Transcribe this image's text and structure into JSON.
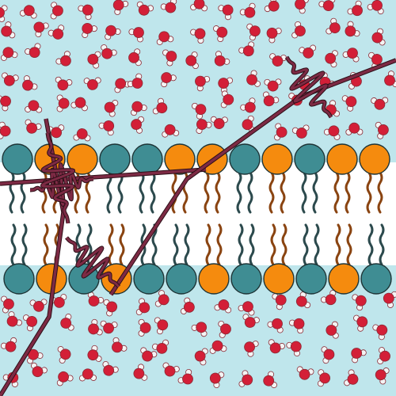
{
  "colors": {
    "water_bg": "#bfe6ec",
    "bilayer_bg": "#ffffff",
    "oxygen": "#d31f37",
    "hydrogen": "#f4f4f4",
    "molecule_outline": "#8a2a35",
    "headgroup_teal": "#3f8d93",
    "headgroup_orange": "#f58b0e",
    "tail_dark": "#2c4a4d",
    "tail_brown": "#8a4411",
    "pulse": "#7d2a44",
    "pulse_outline": "#2d1018"
  },
  "icons": {
    "water": "water-molecule-icon",
    "lipid": "lipid-molecule-icon",
    "pulse": "laser-pulse-icon"
  },
  "bilayer": {
    "upper_leaflet_headgroups": [
      "teal",
      "orange",
      "orange",
      "teal",
      "teal",
      "orange",
      "orange",
      "teal",
      "orange",
      "teal",
      "orange",
      "orange"
    ],
    "lower_leaflet_headgroups": [
      "teal",
      "orange",
      "teal",
      "orange",
      "teal",
      "teal",
      "orange",
      "teal",
      "orange",
      "teal",
      "orange",
      "teal"
    ]
  }
}
